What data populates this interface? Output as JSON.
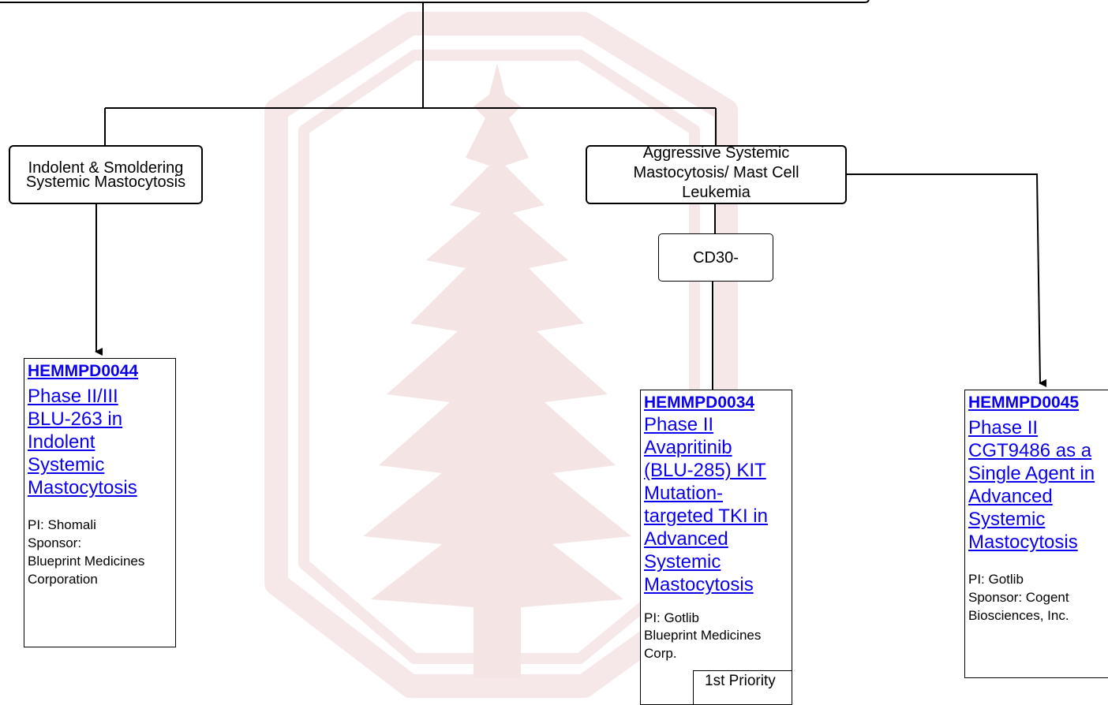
{
  "diagram": {
    "colors": {
      "line": "#000000",
      "link": "#0b00ee",
      "watermark": "#f3e3e3"
    },
    "watermark_icon": "stanford-tree-logo",
    "categories": {
      "indolent": {
        "lines": [
          "Indolent & Smoldering",
          "Systemic Mastocytosis"
        ]
      },
      "aggressive": {
        "lines": [
          "Aggressive Systemic",
          "Mastocytosis/ Mast Cell",
          "Leukemia"
        ]
      }
    },
    "markers": {
      "cd30": "CD30-"
    },
    "trials": [
      {
        "id": "HEMMPD0044",
        "title_lines": [
          "Phase II/III",
          "BLU-263 in",
          "Indolent",
          "Systemic",
          "Mastocytosis"
        ],
        "meta_lines": [
          "PI: Shomali",
          "Sponsor:",
          "Blueprint Medicines",
          "Corporation"
        ]
      },
      {
        "id": "HEMMPD0034",
        "title_lines": [
          "Phase II",
          "Avapritinib",
          "(BLU-285) KIT",
          "Mutation-",
          "targeted TKI in",
          "Advanced",
          "Systemic",
          "Mastocytosis"
        ],
        "meta_lines": [
          "PI: Gotlib",
          "Blueprint Medicines",
          "Corp."
        ],
        "priority": "1st Priority"
      },
      {
        "id": "HEMMPD0045",
        "title_lines": [
          "Phase II",
          "CGT9486 as a",
          "Single Agent in",
          "Advanced",
          "Systemic",
          "Mastocytosis"
        ],
        "meta_lines": [
          "PI: Gotlib",
          "Sponsor: Cogent",
          "Biosciences, Inc."
        ]
      }
    ]
  }
}
